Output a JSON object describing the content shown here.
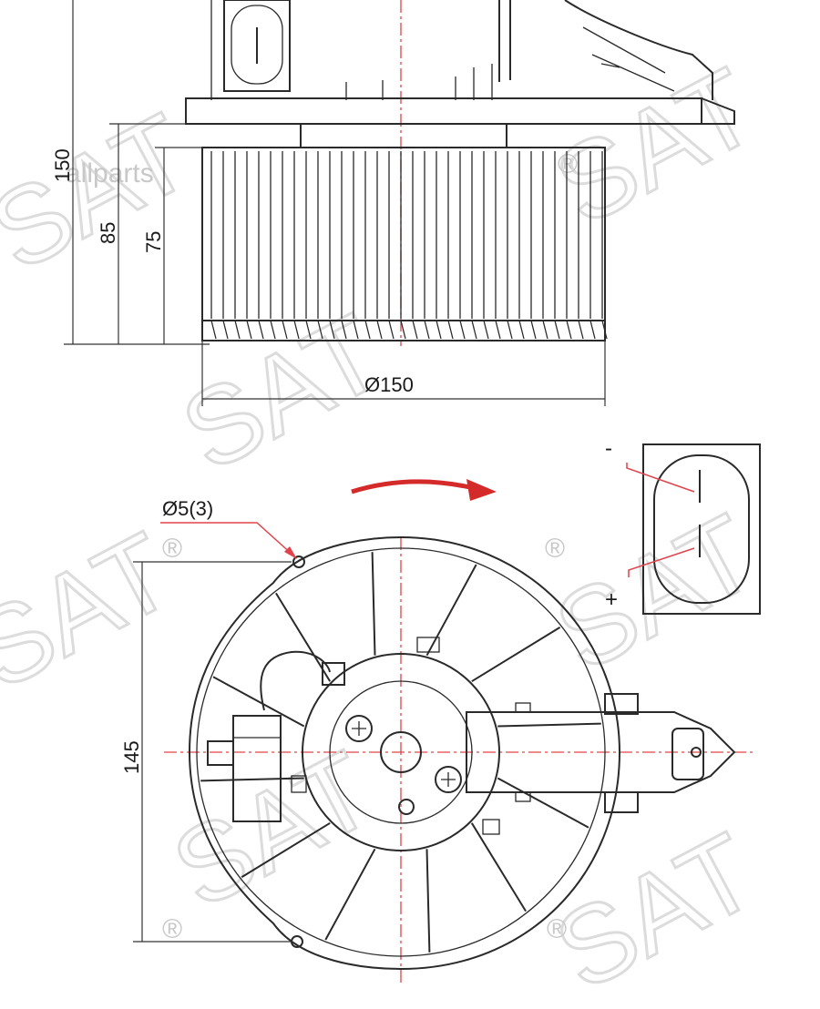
{
  "watermark": {
    "label": "allparts",
    "brand_logo": "SAT",
    "registered_symbol": "®"
  },
  "dimensions": {
    "overall_height": "150",
    "wheel_height_outer": "85",
    "wheel_height_inner": "75",
    "wheel_diameter": "Ø150",
    "mount_hole": "Ø5(3)",
    "hole_spacing": "145"
  },
  "connector": {
    "negative_label": "-",
    "positive_label": "+"
  },
  "colors": {
    "line": "#2a2a2a",
    "centerline": "#e0434b",
    "rotation_arrow": "#d42a2a",
    "watermark": "#d9d9d9"
  },
  "icons": {
    "rotation": "rotation-arrow-icon"
  }
}
